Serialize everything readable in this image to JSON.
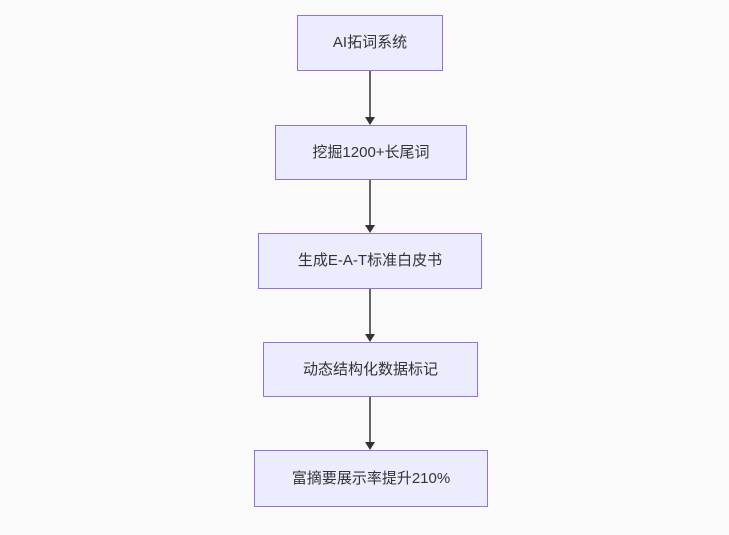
{
  "flowchart": {
    "type": "vertical-flowchart",
    "nodes": [
      {
        "label": "AI拓词系统"
      },
      {
        "label": "挖掘1200+长尾词"
      },
      {
        "label": "生成E-A-T标准白皮书"
      },
      {
        "label": "动态结构化数据标记"
      },
      {
        "label": "富摘要展示率提升210%"
      }
    ],
    "edges": [
      {
        "from": 0,
        "to": 1
      },
      {
        "from": 1,
        "to": 2
      },
      {
        "from": 2,
        "to": 3
      },
      {
        "from": 3,
        "to": 4
      }
    ]
  },
  "theme": {
    "background": "#fafafa",
    "node_fill": "#ECECFF",
    "node_border": "#9370DB",
    "arrow_color": "#333333",
    "arrow_line_color": "#666666",
    "text_color": "#333333"
  }
}
